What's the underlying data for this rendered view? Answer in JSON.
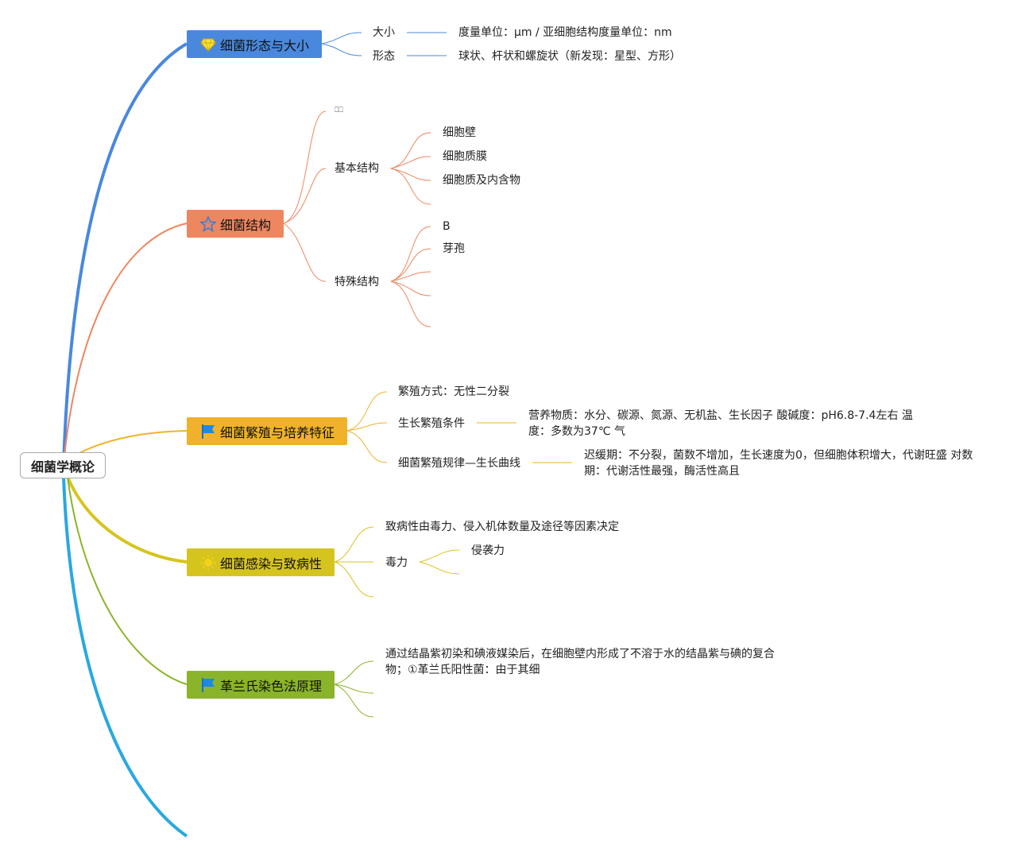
{
  "root": {
    "label": "细菌学概论"
  },
  "branches": [
    {
      "label": "细菌形态与大小",
      "color": "#4a88dd",
      "icon": "diamond-icon",
      "children": [
        {
          "label": "大小",
          "note": "度量单位：μm / 亚细胞结构度量单位：nm"
        },
        {
          "label": "形态",
          "note": "球状、杆状和螺旋状（新发现：星型、方形）"
        }
      ]
    },
    {
      "label": "细菌结构",
      "color": "#ee8660",
      "icon": "star-icon",
      "children": [
        {
          "label": ""
        },
        {
          "label": "基本结构",
          "children": [
            "细胞壁",
            "细胞质膜",
            "细胞质及内含物"
          ]
        },
        {
          "label": "特殊结构",
          "children": [
            "B",
            "芽孢",
            "",
            "",
            ""
          ]
        }
      ]
    },
    {
      "label": "细菌繁殖与培养特征",
      "color": "#f0b22a",
      "icon": "flag-icon",
      "children": [
        {
          "label": "繁殖方式：无性二分裂"
        },
        {
          "label": "生长繁殖条件",
          "note": "营养物质：水分、碳源、氮源、无机盐、生长因子 酸碱度：pH6.8-7.4左右 温度：多数为37℃ 气"
        },
        {
          "label": "细菌繁殖规律—生长曲线",
          "note": "迟缓期：不分裂，菌数不增加，生长速度为0，但细胞体积增大，代谢旺盛 对数期：代谢活性最强，酶活性高且"
        }
      ]
    },
    {
      "label": "细菌感染与致病性",
      "color": "#d6c41e",
      "icon": "sun-icon",
      "children": [
        {
          "label": "致病性由毒力、侵入机体数量及途径等因素决定"
        },
        {
          "label": "毒力",
          "children": [
            "侵袭力",
            ""
          ]
        },
        {
          "label": ""
        }
      ]
    },
    {
      "label": "革兰氏染色法原理",
      "color": "#8ab42a",
      "icon": "flag-icon",
      "children": [
        {
          "label": "通过结晶紫初染和碘液媒染后，在细胞壁内形成了不溶于水的结晶紫与碘的复合物；①革兰氏阳性菌：由于其细"
        },
        {
          "label": ""
        },
        {
          "label": ""
        }
      ]
    }
  ],
  "extra_branch_color": "#29a8e0"
}
